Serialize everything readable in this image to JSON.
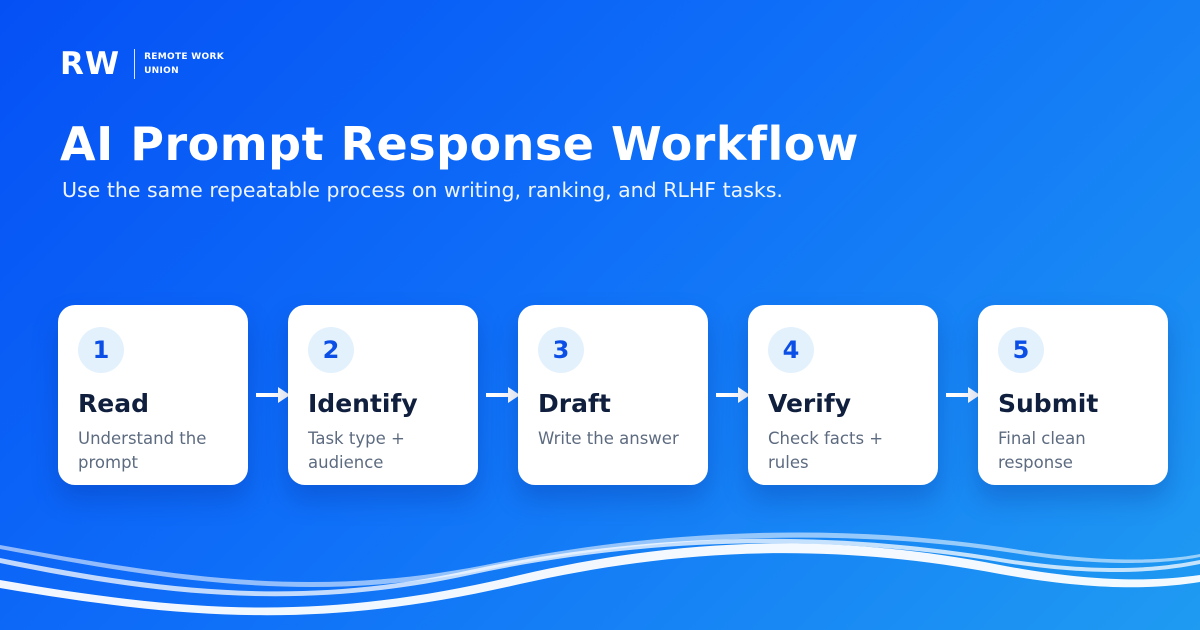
{
  "brand": {
    "mark": "RW",
    "name_line1": "REMOTE WORK",
    "name_line2": "UNION"
  },
  "header": {
    "title": "AI Prompt Response Workflow",
    "subtitle": "Use the same repeatable process on writing, ranking, and RLHF tasks."
  },
  "steps": [
    {
      "number": "1",
      "title": "Read",
      "description": "Understand the prompt"
    },
    {
      "number": "2",
      "title": "Identify",
      "description": "Task type + audience"
    },
    {
      "number": "3",
      "title": "Draft",
      "description": "Write the answer"
    },
    {
      "number": "4",
      "title": "Verify",
      "description": "Check facts + rules"
    },
    {
      "number": "5",
      "title": "Submit",
      "description": "Final clean response"
    }
  ],
  "colors": {
    "gradient_start": "#0550f5",
    "gradient_end": "#1f9bf2",
    "card_bg": "#ffffff",
    "badge_bg": "#e3f1fd",
    "badge_text": "#0b4fe6",
    "title_text": "#0f1f3d",
    "desc_text": "#5d6b80"
  },
  "icons": {
    "connector": "arrow-right-icon"
  }
}
